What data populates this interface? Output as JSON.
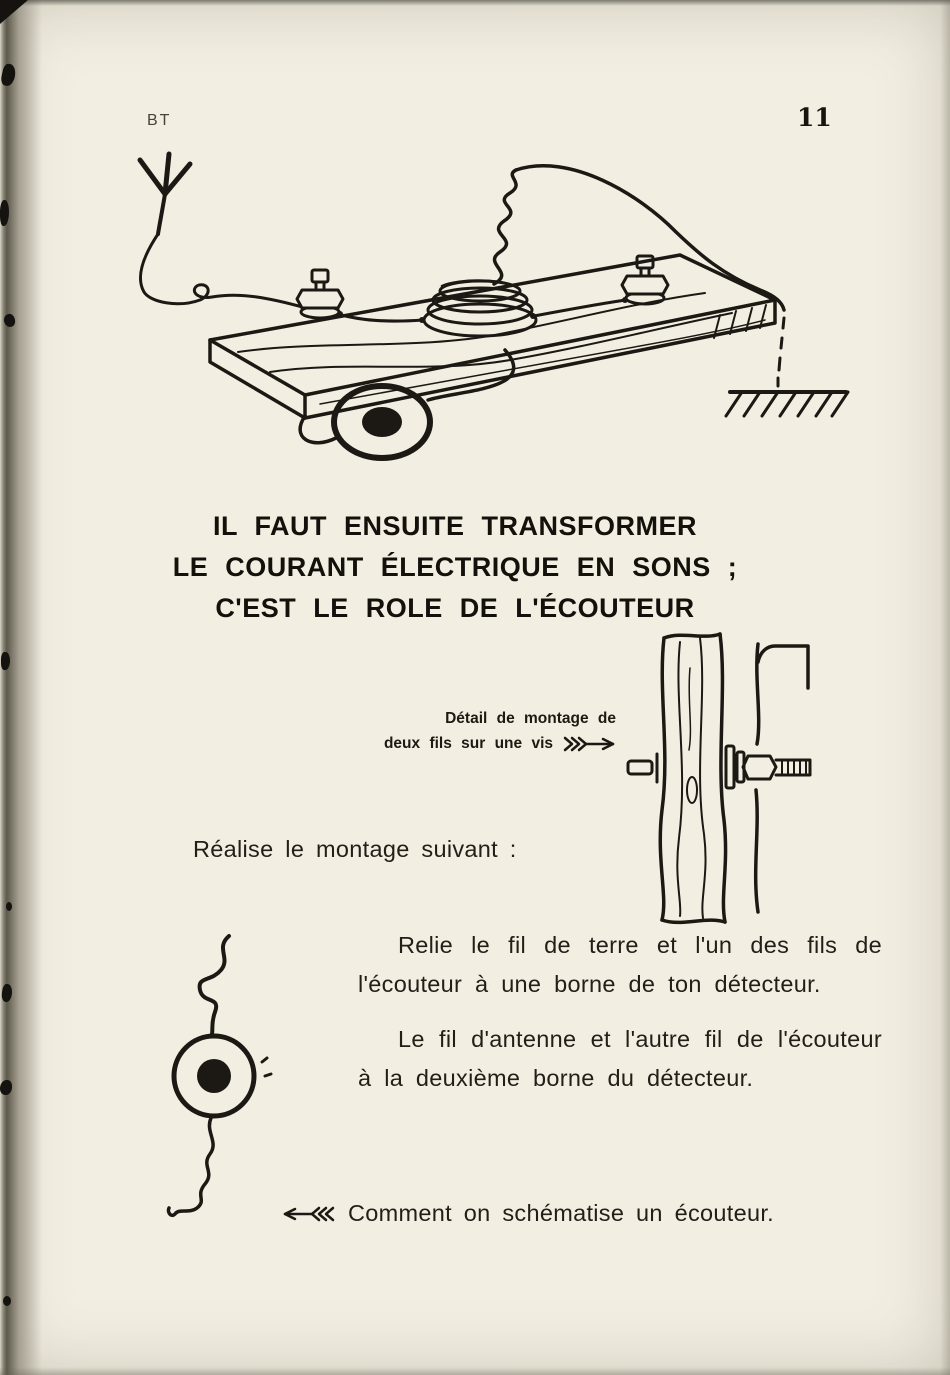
{
  "page": {
    "series_label": "BT",
    "page_number": "11"
  },
  "heading": {
    "line1": "IL FAUT ENSUITE TRANSFORMER",
    "line2": "LE COURANT ÉLECTRIQUE EN SONS ;",
    "line3": "C'EST LE ROLE DE L'ÉCOUTEUR"
  },
  "screw_caption": {
    "line1": "Détail de montage de",
    "line2": "deux fils sur une vis"
  },
  "body": {
    "intro": "Réalise le montage suivant :",
    "paragraph1": "Relie le fil de terre et l'un des fils de l'écouteur à une borne de ton détecteur.",
    "paragraph2": "Le fil d'antenne et l'autre fil de l'écouteur à la deuxième borne du détecteur.",
    "earphone_note": "Comment on schématise un écouteur."
  },
  "icons": {
    "arrow_right_fletched": "fletched arrow pointing right",
    "arrow_left_fletched": "fletched arrow pointing left"
  },
  "colors": {
    "paper": "#f2eee1",
    "ink": "#1c1915"
  }
}
